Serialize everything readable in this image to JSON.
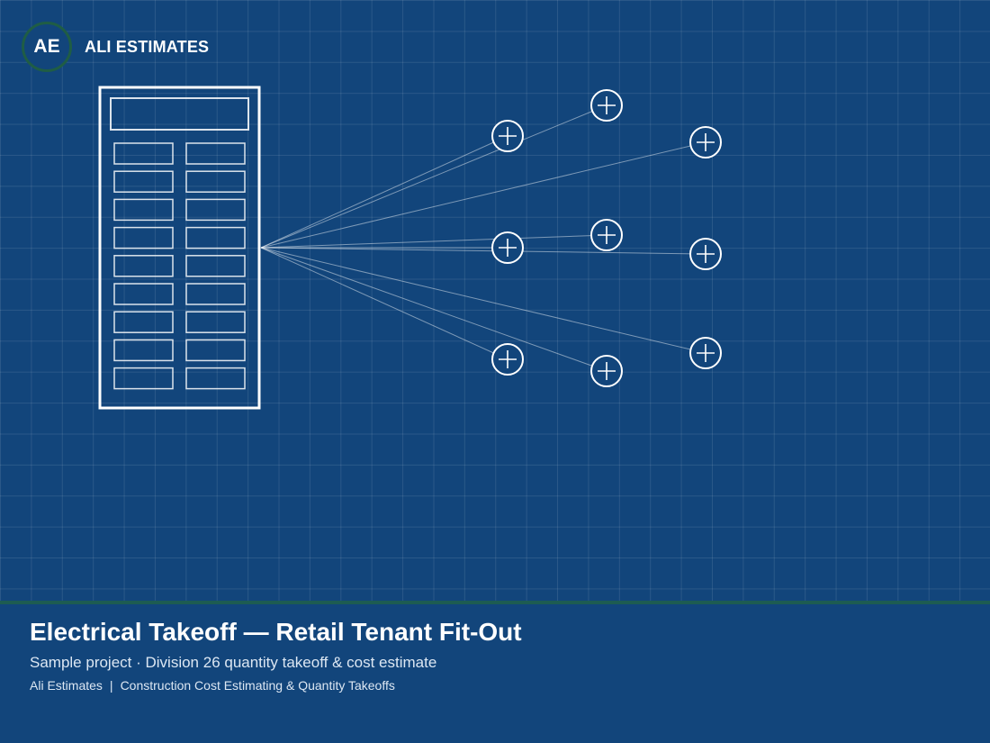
{
  "brand": {
    "initials": "AE",
    "name": "ALI ESTIMATES"
  },
  "footer": {
    "title": "Electrical Takeoff — Retail Tenant Fit-Out",
    "subtitle": "Sample project · Division 26 quantity takeoff & cost estimate",
    "company": "Ali Estimates",
    "separator": "|",
    "tagline": "Construction Cost Estimating & Quantity Takeoffs"
  },
  "diagram": {
    "panel_breaker_rows": 9,
    "panel_breaker_columns": 2,
    "outlet_symbol": "circle-cross",
    "outlet_count": 9
  },
  "colors": {
    "background": "#12457b",
    "grid": "rgba(255,255,255,0.10)",
    "lines": "#ffffff",
    "accent_divider": "#1d5c52",
    "logo_ring": "#1f5d45"
  }
}
